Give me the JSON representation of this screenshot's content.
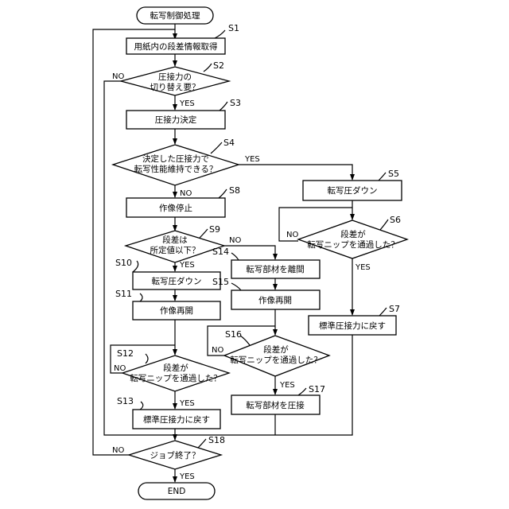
{
  "nodes": {
    "start": "転写制御処理",
    "s1": "用紙内の段差情報取得",
    "s2_l1": "圧接力の",
    "s2_l2": "切り替え要？",
    "s3": "圧接力決定",
    "s4_l1": "決定した圧接力で",
    "s4_l2": "転写性能維持できる？",
    "s5": "転写圧ダウン",
    "s6_l1": "段差が",
    "s6_l2": "転写ニップを通過した？",
    "s7": "標準圧接力に戻す",
    "s8": "作像停止",
    "s9_l1": "段差は",
    "s9_l2": "所定値以下？",
    "s10": "転写圧ダウン",
    "s11": "作像再開",
    "s12_l1": "段差が",
    "s12_l2": "転写ニップを通過した？",
    "s13": "標準圧接力に戻す",
    "s14": "転写部材を離間",
    "s15": "作像再開",
    "s16_l1": "段差が",
    "s16_l2": "転写ニップを通過した？",
    "s17": "転写部材を圧接",
    "s18": "ジョブ終了？",
    "end": "END"
  },
  "steps": {
    "s1": "S1",
    "s2": "S2",
    "s3": "S3",
    "s4": "S4",
    "s5": "S5",
    "s6": "S6",
    "s7": "S7",
    "s8": "S8",
    "s9": "S9",
    "s10": "S10",
    "s11": "S11",
    "s12": "S12",
    "s13": "S13",
    "s14": "S14",
    "s15": "S15",
    "s16": "S16",
    "s17": "S17",
    "s18": "S18"
  },
  "labels": {
    "yes": "YES",
    "no": "NO"
  }
}
